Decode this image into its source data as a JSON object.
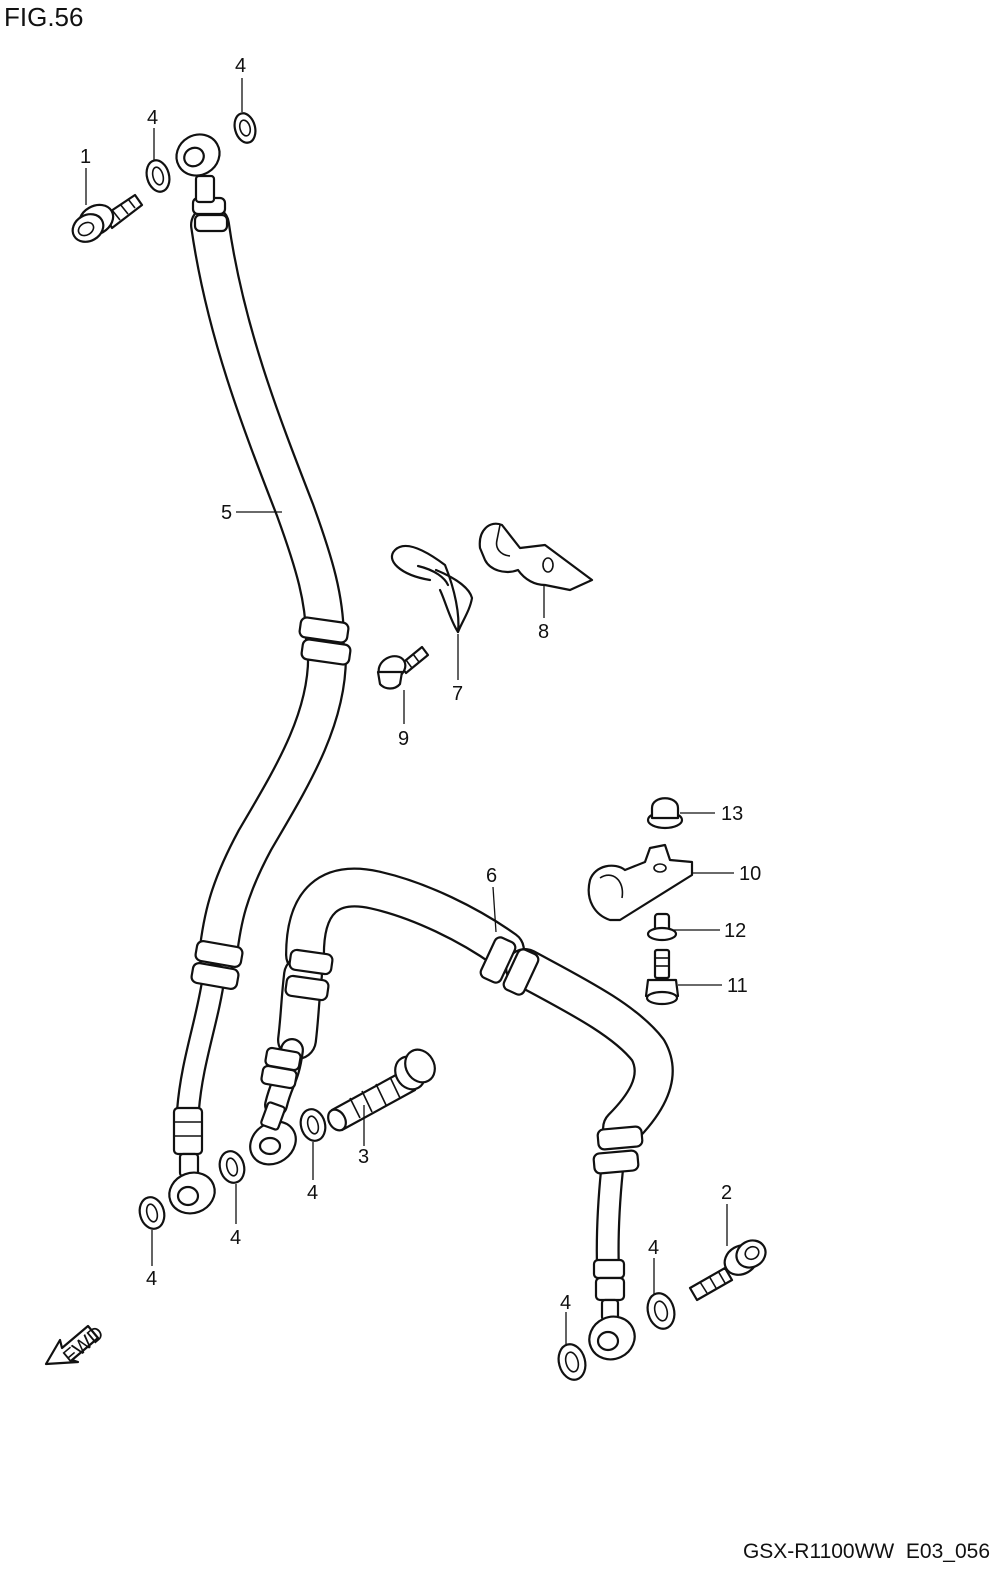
{
  "figure": {
    "title": "FIG.56"
  },
  "footer": {
    "code": "GSX-R1100WW  E03_056"
  },
  "labels": {
    "l1": "1",
    "l2": "2",
    "l3": "3",
    "l4a": "4",
    "l4b": "4",
    "l4c": "4",
    "l4d": "4",
    "l4e": "4",
    "l4f": "4",
    "l4g": "4",
    "l5": "5",
    "l6": "6",
    "l7": "7",
    "l8": "8",
    "l9": "9",
    "l10": "10",
    "l11": "11",
    "l12": "12",
    "l13": "13"
  },
  "fwd": {
    "text": "FWD"
  }
}
